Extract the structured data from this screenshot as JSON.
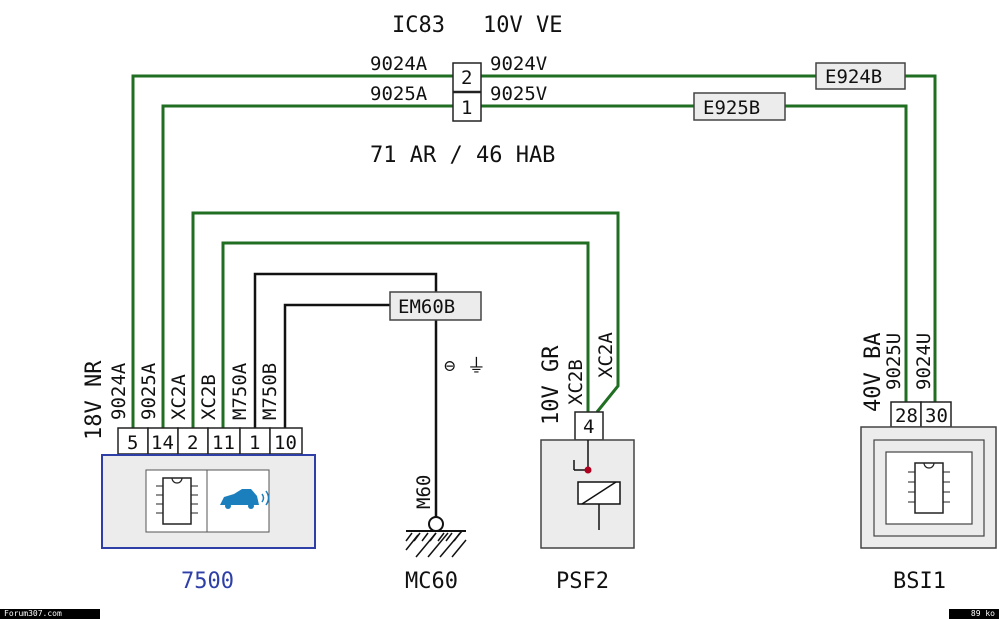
{
  "header": {
    "connector_id": "IC83",
    "connector_spec": "10V VE",
    "note": "71 AR / 46 HAB"
  },
  "inline_connector": {
    "top": {
      "pin": "2",
      "left_wire": "9024A",
      "right_wire": "9024V"
    },
    "bottom": {
      "pin": "1",
      "left_wire": "9025A",
      "right_wire": "9025V"
    }
  },
  "splices": {
    "e924b": "E924B",
    "e925b": "E925B",
    "em60b": "EM60B"
  },
  "components": {
    "c7500": {
      "name": "7500",
      "connector": "18V NR",
      "wires": [
        "9024A",
        "9025A",
        "XC2A",
        "XC2B",
        "M750A",
        "M750B"
      ],
      "pins": [
        "5",
        "14",
        "2",
        "11",
        "1",
        "10"
      ]
    },
    "mc60": {
      "name": "MC60",
      "ground_label": "M60",
      "ground_symbol": "⊖ ⏚"
    },
    "psf2": {
      "name": "PSF2",
      "connector": "10V GR",
      "wires": [
        "XC2B",
        "XC2A"
      ],
      "pin": "4"
    },
    "bsi1": {
      "name": "BSI1",
      "connector": "40V BA",
      "wires": [
        "9025U",
        "9024U"
      ],
      "pins": [
        "28",
        "30"
      ]
    }
  },
  "footer": {
    "left": "Forum307.com",
    "right": "89 ko"
  },
  "colors": {
    "wire_green": "#1f6e22",
    "component_blue": "#2f3fa8",
    "box_fill": "#ececec"
  }
}
